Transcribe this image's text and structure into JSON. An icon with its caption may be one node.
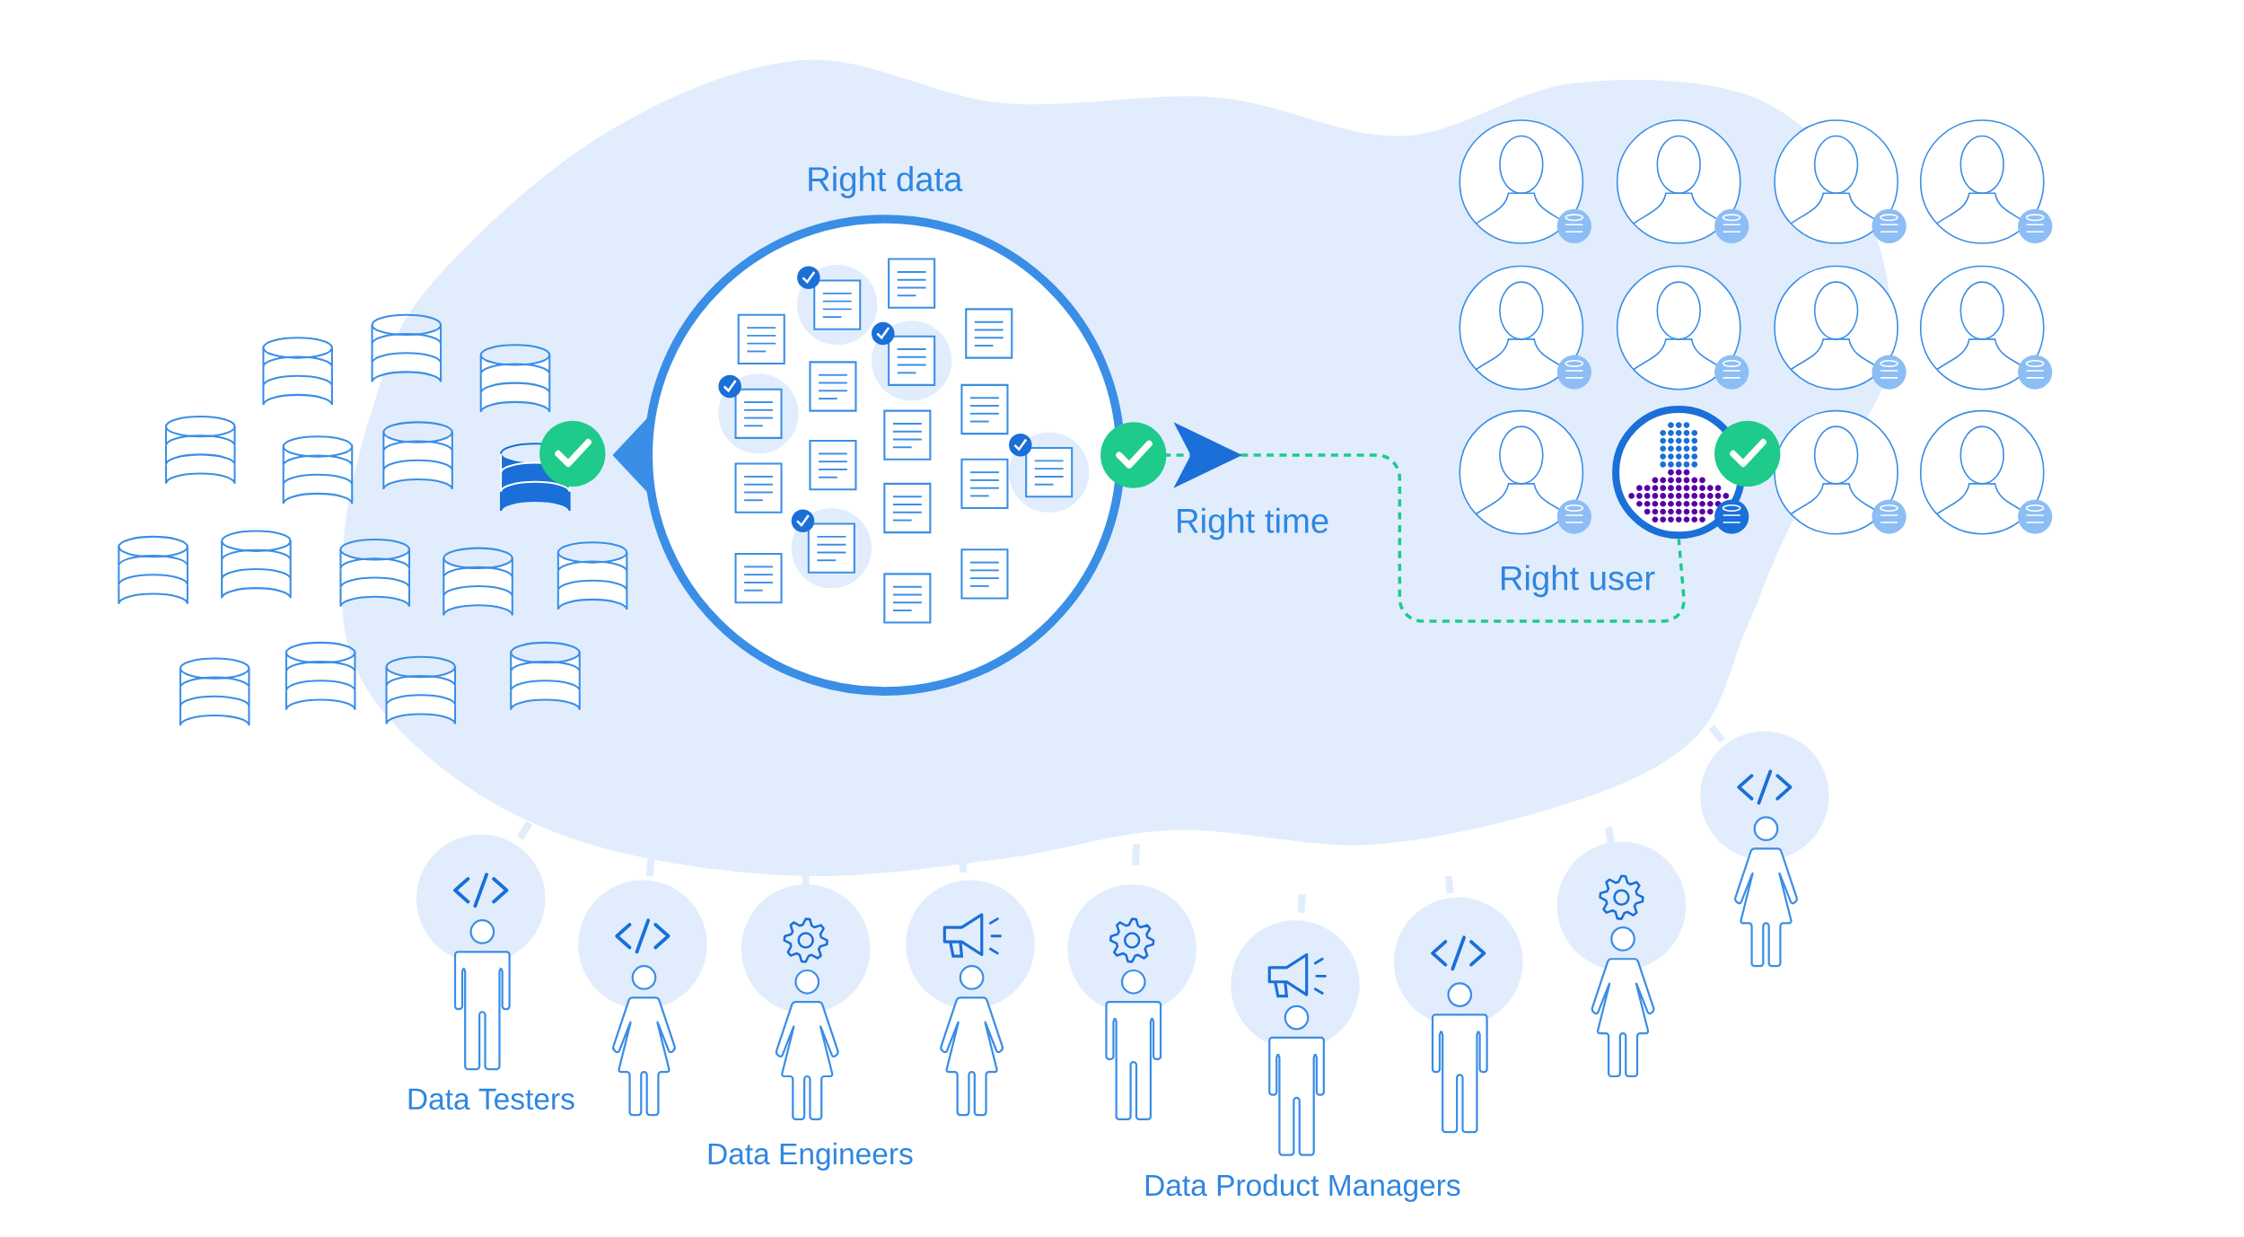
{
  "diagram": {
    "nodes": [
      {
        "text": [
          "Right data"
        ]
      },
      {
        "text": [],
        "shape": "person",
        "beside": [
          "Right user"
        ]
      }
    ],
    "edges": [
      {
        "from": 0,
        "to": 1,
        "arrow": "to",
        "label": "Right time",
        "style": "dashed",
        "color": "#20c98b"
      }
    ],
    "labels": [
      "Data Testers",
      "Data Engineers",
      "Data Product Managers"
    ]
  }
}
